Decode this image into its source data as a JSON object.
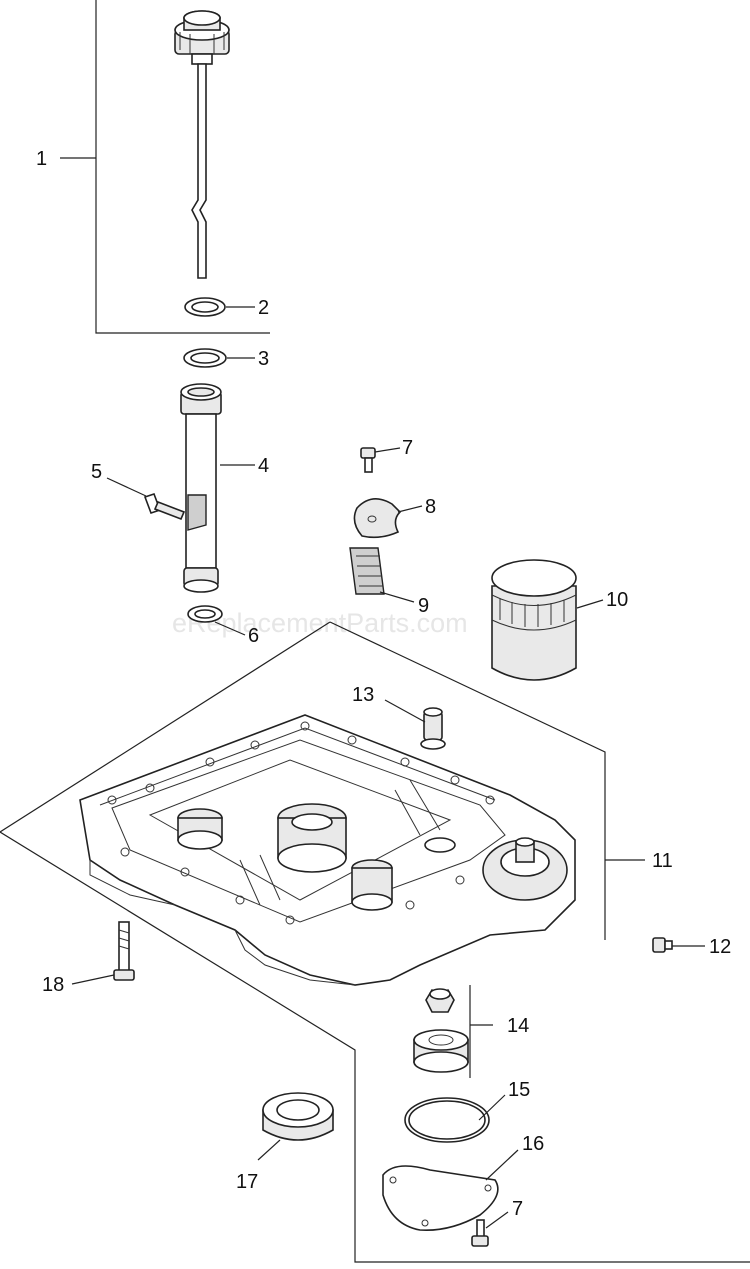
{
  "watermark": "eReplacementParts.com",
  "callouts": {
    "c1": "1",
    "c2": "2",
    "c3": "3",
    "c4": "4",
    "c5": "5",
    "c6": "6",
    "c7a": "7",
    "c8": "8",
    "c9": "9",
    "c10": "10",
    "c11": "11",
    "c12": "12",
    "c13": "13",
    "c14": "14",
    "c15": "15",
    "c16": "16",
    "c7b": "7",
    "c17": "17",
    "c18": "18"
  }
}
